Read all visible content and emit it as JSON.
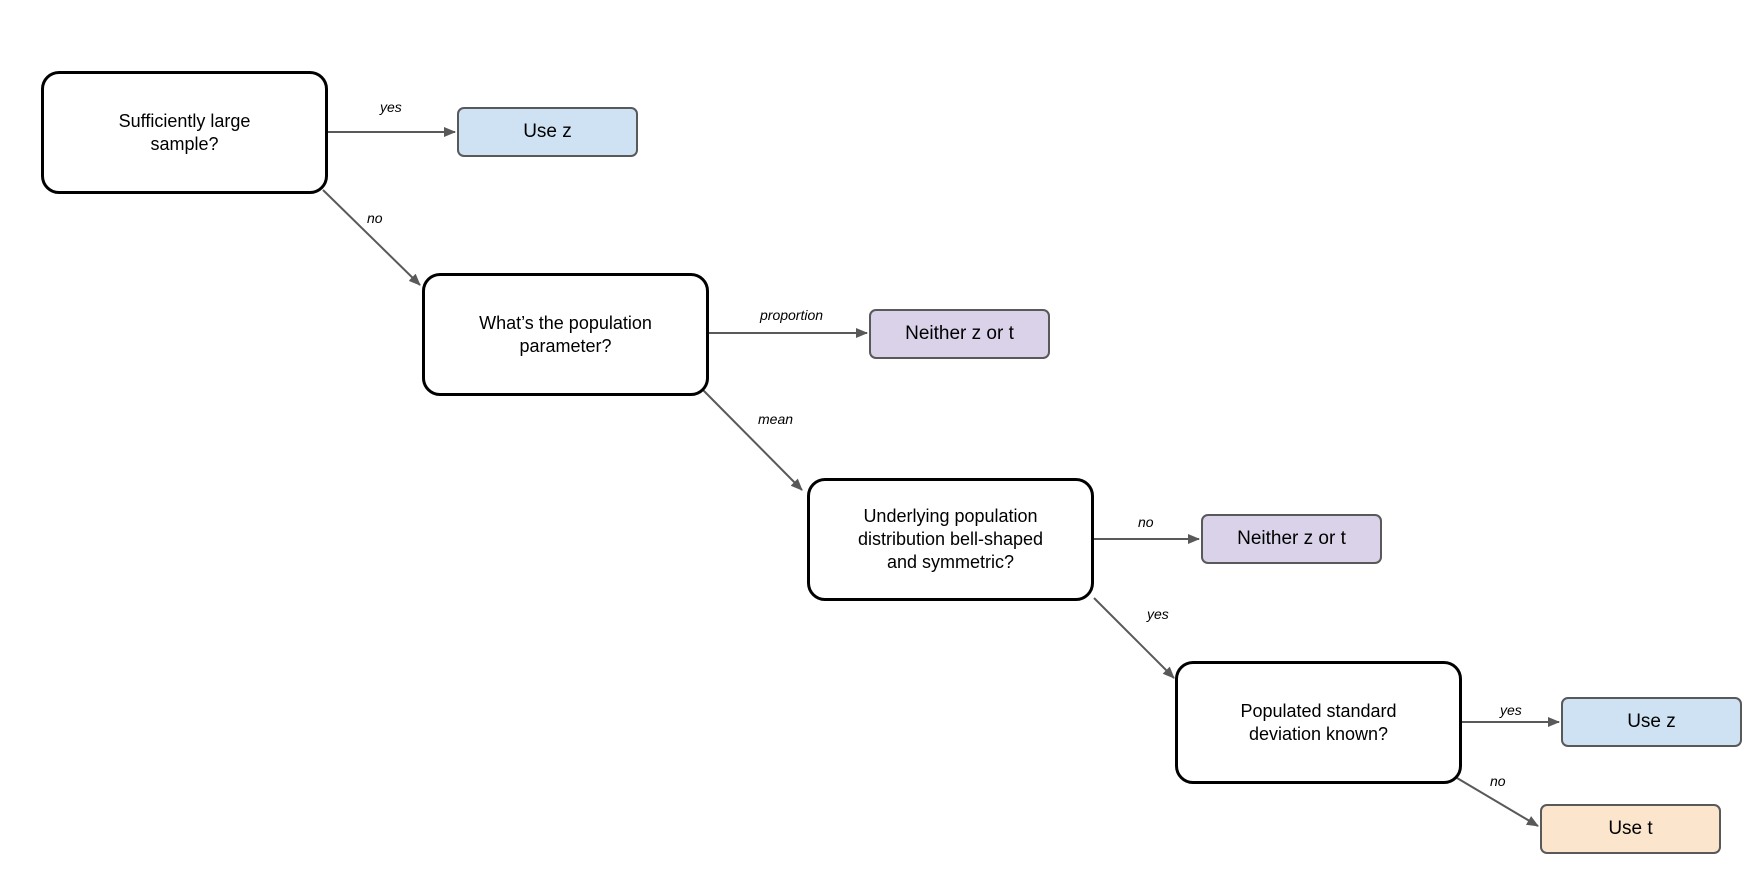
{
  "colors": {
    "decision_border": "#000000",
    "decision_fill": "#ffffff",
    "outcome_border": "#595959",
    "use_z_fill": "#cfe2f3",
    "neither_fill": "#d9d2e9",
    "use_t_fill": "#fce5cd",
    "arrow": "#595959"
  },
  "decisions": {
    "large_sample": "Sufficiently large\nsample?",
    "population_parameter": "What’s the population\nparameter?",
    "bell_shaped": "Underlying population\ndistribution bell-shaped\nand symmetric?",
    "std_known": "Populated standard\ndeviation known?"
  },
  "outcomes": {
    "use_z_1": "Use z",
    "neither_1": "Neither z or t",
    "neither_2": "Neither z or t",
    "use_z_2": "Use z",
    "use_t": "Use t"
  },
  "edge_labels": {
    "large_sample_yes": "yes",
    "large_sample_no": "no",
    "parameter_proportion": "proportion",
    "parameter_mean": "mean",
    "bell_no": "no",
    "bell_yes": "yes",
    "std_yes": "yes",
    "std_no": "no"
  }
}
